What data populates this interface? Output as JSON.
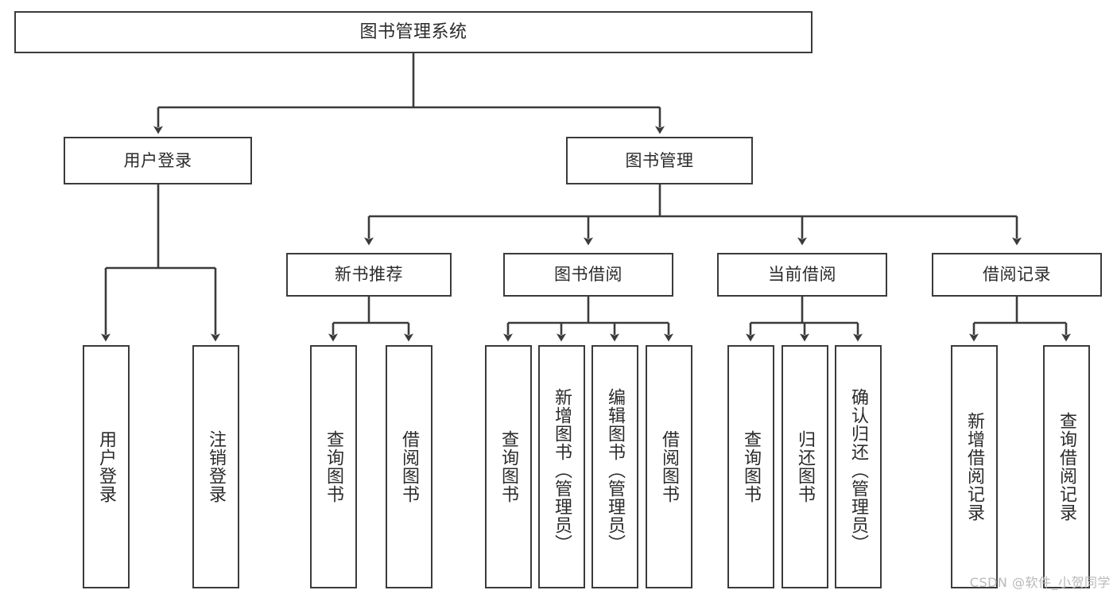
{
  "diagram": {
    "title": "图书管理系统",
    "type": "tree",
    "root": {
      "label": "图书管理系统"
    },
    "level1": [
      {
        "label": "用户登录"
      },
      {
        "label": "图书管理"
      }
    ],
    "level2": [
      {
        "label": "新书推荐",
        "parent": "图书管理"
      },
      {
        "label": "图书借阅",
        "parent": "图书管理"
      },
      {
        "label": "当前借阅",
        "parent": "图书管理"
      },
      {
        "label": "借阅记录",
        "parent": "图书管理"
      }
    ],
    "leaves": [
      {
        "label": "用户登录",
        "parent": "用户登录"
      },
      {
        "label": "注销登录",
        "parent": "用户登录"
      },
      {
        "label": "查询图书",
        "parent": "新书推荐"
      },
      {
        "label": "借阅图书",
        "parent": "新书推荐"
      },
      {
        "label": "查询图书",
        "parent": "图书借阅"
      },
      {
        "label": "新增图书（管理员）",
        "parent": "图书借阅"
      },
      {
        "label": "编辑图书（管理员）",
        "parent": "图书借阅"
      },
      {
        "label": "借阅图书",
        "parent": "图书借阅"
      },
      {
        "label": "查询图书",
        "parent": "当前借阅"
      },
      {
        "label": "归还图书",
        "parent": "当前借阅"
      },
      {
        "label": "确认归还（管理员）",
        "parent": "当前借阅"
      },
      {
        "label": "新增借阅记录",
        "parent": "借阅记录"
      },
      {
        "label": "查询借阅记录",
        "parent": "借阅记录"
      }
    ]
  },
  "watermark": {
    "text": "CSDN @软件_小贺同学"
  },
  "colors": {
    "stroke": "#3b3b3b",
    "background": "#ffffff",
    "text": "#2b2b2b",
    "watermark": "#b9b9b9"
  }
}
